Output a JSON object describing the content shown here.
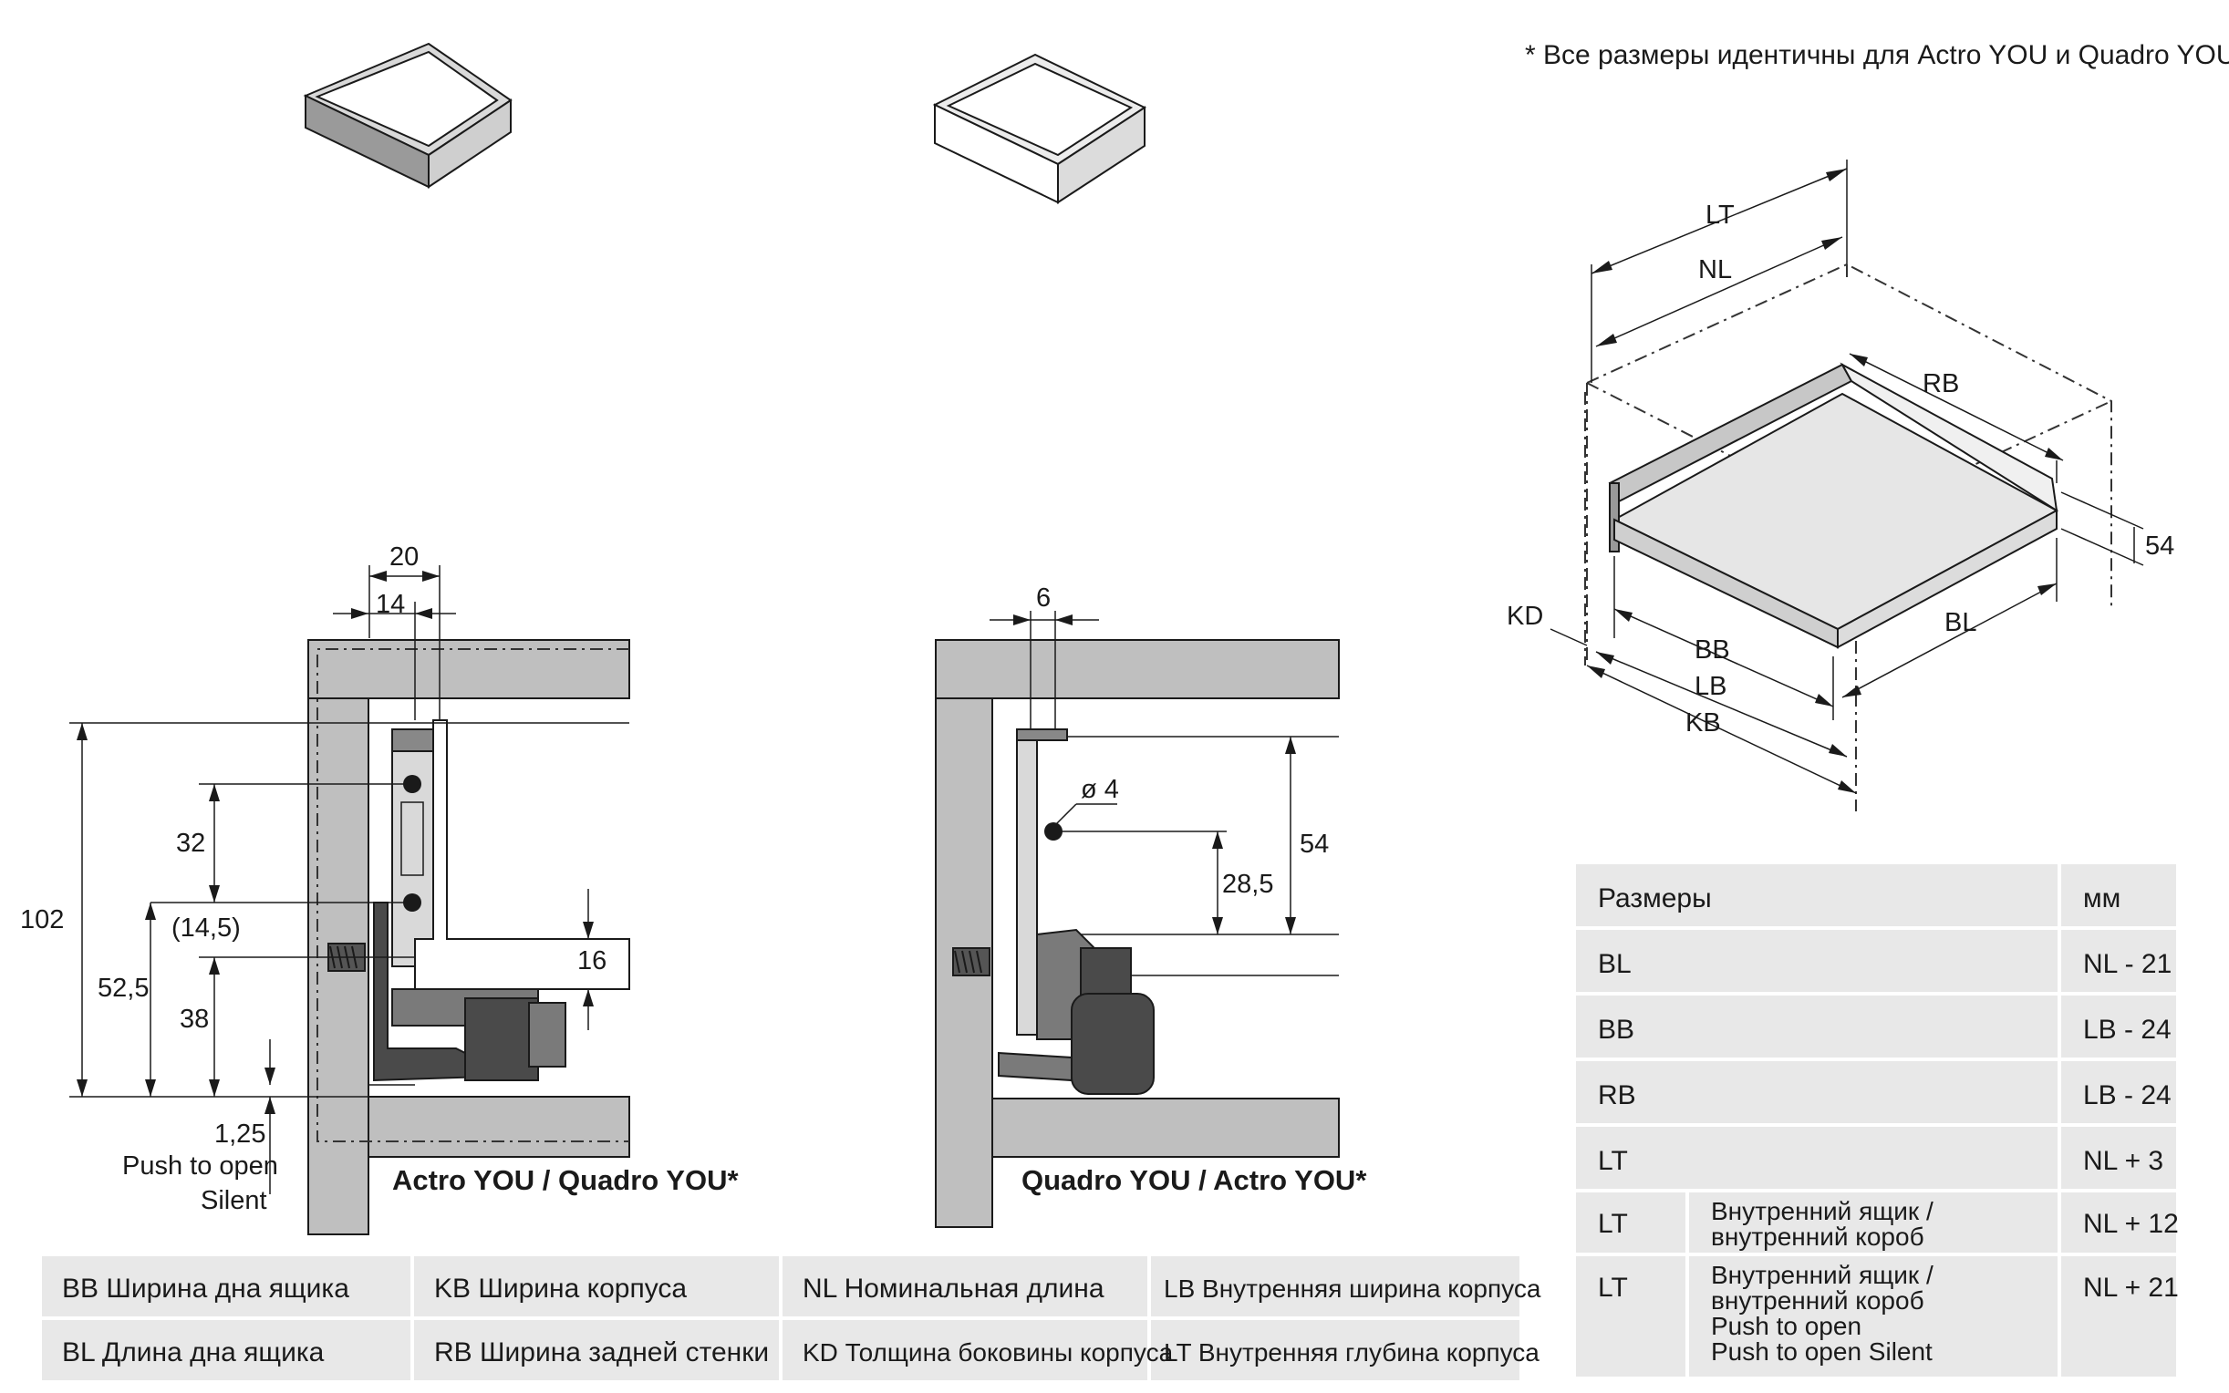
{
  "note": "* Все размеры идентичны для Actro YOU и Quadro YOU",
  "captions": {
    "left": "Actro YOU / Quadro YOU*",
    "right": "Quadro YOU / Actro YOU*"
  },
  "left_dims": {
    "d20": "20",
    "d14": "14",
    "d102": "102",
    "d32": "32",
    "d14_5": "(14,5)",
    "d16": "16",
    "d52_5": "52,5",
    "d38": "38",
    "d1_25": "1,25",
    "push1": "Push to open",
    "push2": "Silent"
  },
  "right_dims": {
    "d6": "6",
    "d4": "ø 4",
    "d54": "54",
    "d28_5": "28,5"
  },
  "iso_dims": {
    "LT": "LT",
    "NL": "NL",
    "RB": "RB",
    "d54": "54",
    "KD": "KD",
    "BB": "BB",
    "BL": "BL",
    "LB": "LB",
    "KB": "KB"
  },
  "dimension_table": {
    "header": {
      "label": "Размеры",
      "unit": "мм"
    },
    "rows": [
      {
        "code": "BL",
        "desc": "",
        "value": "NL - 21"
      },
      {
        "code": "BB",
        "desc": "",
        "value": "LB - 24"
      },
      {
        "code": "RB",
        "desc": "",
        "value": "LB - 24"
      },
      {
        "code": "LT",
        "desc": "",
        "value": "NL + 3"
      },
      {
        "code": "LT",
        "desc_lines": [
          "Внутренний ящик /",
          "внутренний короб"
        ],
        "value": "NL + 12"
      },
      {
        "code": "LT",
        "desc_lines": [
          "Внутренний ящик /",
          "внутренний короб",
          "Push to open",
          "Push to open Silent"
        ],
        "value": "NL + 21"
      }
    ]
  },
  "legend": [
    [
      "BB Ширина дна ящика",
      "KB Ширина корпуса",
      "NL Номинальная длина",
      "LB Внутренняя ширина корпуса"
    ],
    [
      "BL Длина дна ящика",
      "RB Ширина задней стенки",
      "KD Толщина боковины корпуса",
      "LT Внутренняя глубина корпуса"
    ]
  ]
}
